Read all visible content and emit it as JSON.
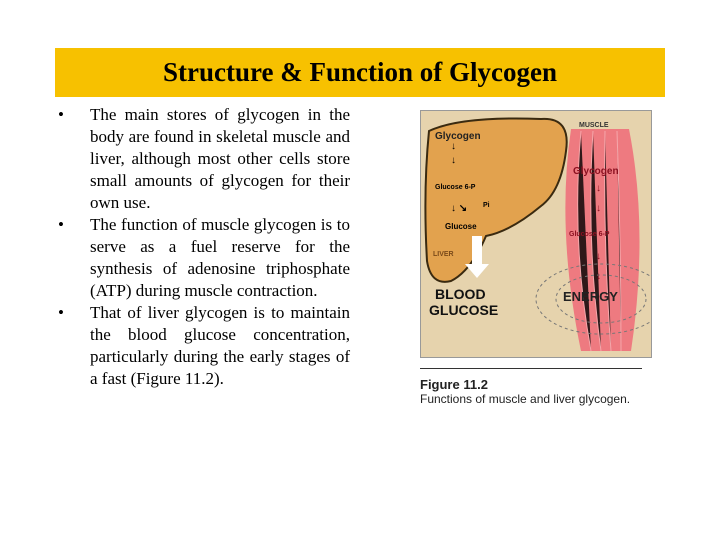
{
  "title": "Structure & Function of Glycogen",
  "bullets": [
    "The main stores of glycogen in the body are found in skeletal muscle and liver, although most other cells store small amounts of glycogen for their own use.",
    "The function of muscle glycogen is to serve as a fuel reserve for the synthesis of adenosine triphosphate (ATP) during muscle contraction.",
    "That of liver glycogen is to maintain the blood glucose concentration, particularly during the early stages of a fast (Figure 11.2)."
  ],
  "figure": {
    "liver": {
      "glycogen": "Glycogen",
      "g6p": "Glucose 6-P",
      "pi": "Pi",
      "glucose": "Glucose",
      "label": "LIVER",
      "out1": "BLOOD",
      "out2": "GLUCOSE"
    },
    "muscle": {
      "label": "MUSCLE",
      "glycogen": "Glycogen",
      "g6p": "Glucose 6-P",
      "energy": "ENERGY"
    },
    "caption_title": "Figure 11.2",
    "caption_text": "Functions of muscle and liver glycogen."
  }
}
